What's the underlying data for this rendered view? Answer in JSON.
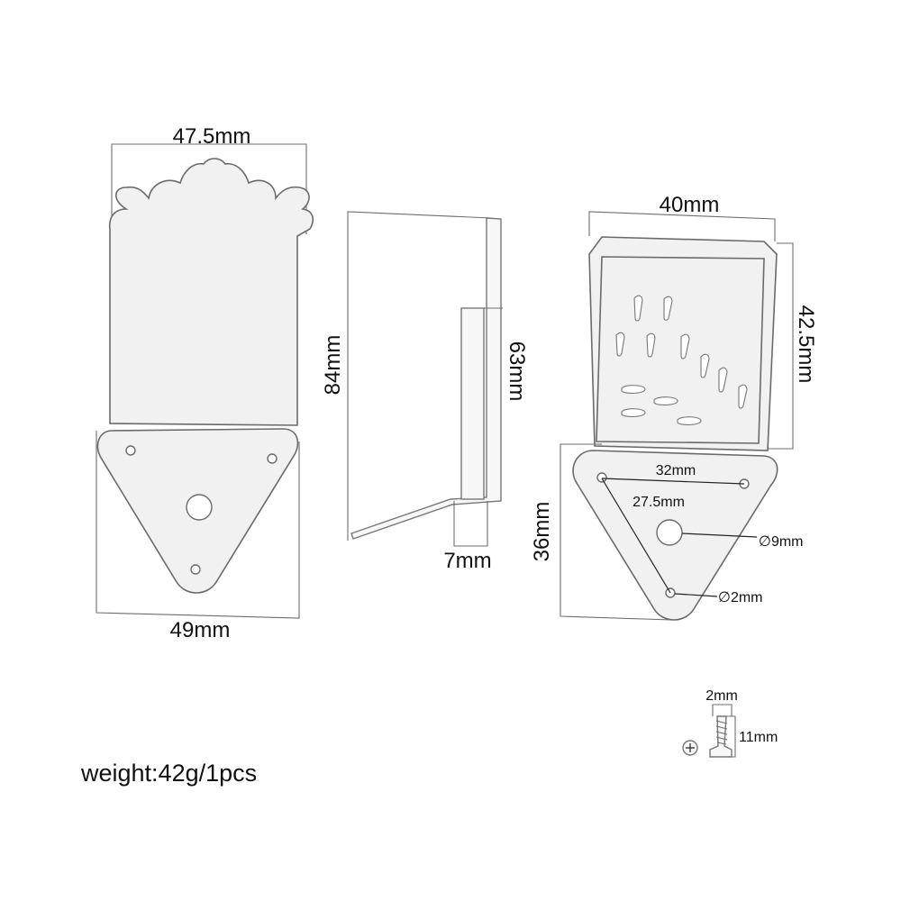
{
  "labels": {
    "front_top_width": "47.5mm",
    "front_bottom_width": "49mm",
    "side_length": "84mm",
    "side_inner_length": "63mm",
    "side_thickness": "7mm",
    "tailpiece_width": "40mm",
    "tailpiece_height": "42.5mm",
    "plate_height": "36mm",
    "hole_spacing_top": "32mm",
    "hole_spacing_side": "27.5mm",
    "center_hole_dia": "∅9mm",
    "small_hole_dia": "∅2mm",
    "screw_dia": "2mm",
    "screw_length": "11mm",
    "weight": "weight:42g/1pcs"
  }
}
